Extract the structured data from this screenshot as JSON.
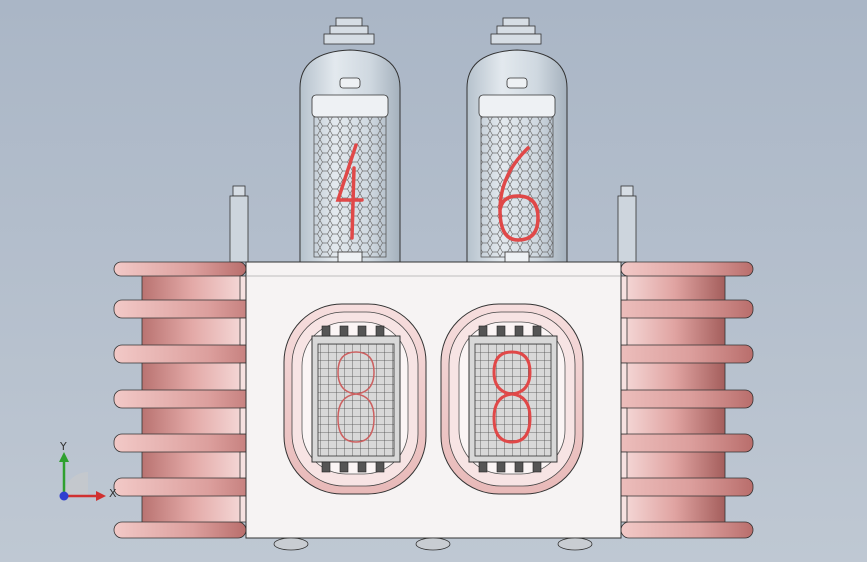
{
  "viewport": {
    "background_top": "#aab6c6",
    "background_bottom": "#bfc8d3",
    "colors": {
      "fin": "#e7b0ae",
      "fin_dark": "#b86d6b",
      "core": "#d99896",
      "body": "#f5f2f2",
      "glass": "#c7d2dc",
      "digit": "#e04040",
      "mesh": "#6d6d6d"
    }
  },
  "tubes": {
    "top_left_digit": "4",
    "top_right_digit": "6",
    "front_left_digit": "8",
    "front_right_digit": "8"
  },
  "triad": {
    "x_label": "X",
    "y_label": "Y",
    "icon": "coordinate-triad-icon"
  }
}
